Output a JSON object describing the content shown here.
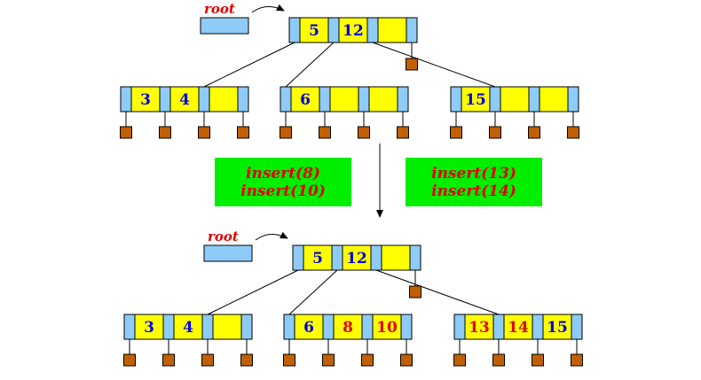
{
  "colors": {
    "pointer_slot": "#8ecbf7",
    "key_slot": "#ffff00",
    "child_pointer": "#c06000",
    "old_key": "#0000e0",
    "new_key": "#e00000",
    "operation_box": "#00ee00",
    "operation_text": "#e00000"
  },
  "before": {
    "root_label": "root",
    "root_node": {
      "keys": [
        "5",
        "12",
        ""
      ]
    },
    "leaves": [
      {
        "keys": [
          {
            "v": "3",
            "new": false
          },
          {
            "v": "4",
            "new": false
          },
          {
            "v": "",
            "new": false
          }
        ]
      },
      {
        "keys": [
          {
            "v": "6",
            "new": false
          },
          {
            "v": "",
            "new": false
          },
          {
            "v": "",
            "new": false
          }
        ]
      },
      {
        "keys": [
          {
            "v": "15",
            "new": false
          },
          {
            "v": "",
            "new": false
          },
          {
            "v": "",
            "new": false
          }
        ]
      }
    ]
  },
  "operations": [
    {
      "lines": [
        "insert(8)",
        "insert(10)"
      ]
    },
    {
      "lines": [
        "insert(13)",
        "insert(14)"
      ]
    }
  ],
  "after": {
    "root_label": "root",
    "root_node": {
      "keys": [
        "5",
        "12",
        ""
      ]
    },
    "leaves": [
      {
        "keys": [
          {
            "v": "3",
            "new": false
          },
          {
            "v": "4",
            "new": false
          },
          {
            "v": "",
            "new": false
          }
        ]
      },
      {
        "keys": [
          {
            "v": "6",
            "new": false
          },
          {
            "v": "8",
            "new": true
          },
          {
            "v": "10",
            "new": true
          }
        ]
      },
      {
        "keys": [
          {
            "v": "13",
            "new": true
          },
          {
            "v": "14",
            "new": true
          },
          {
            "v": "15",
            "new": false
          }
        ]
      }
    ]
  }
}
